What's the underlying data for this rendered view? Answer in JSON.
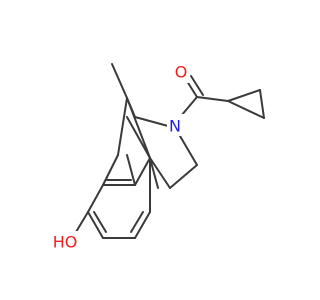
{
  "molecule": {
    "atoms": {
      "oxygen_hydroxyl": "HO",
      "nitrogen": "N",
      "oxygen_carbonyl": "O"
    },
    "colors": {
      "bond": "#3a3a3a",
      "nitrogen": "#1f1fdd",
      "oxygen": "#ee1f1f",
      "background": "#ffffff"
    }
  }
}
